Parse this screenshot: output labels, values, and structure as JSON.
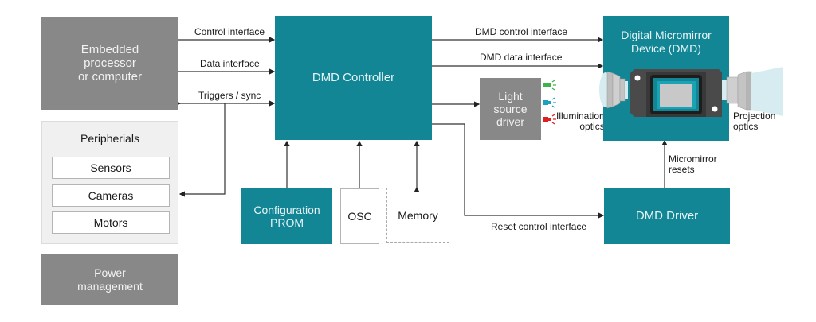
{
  "blocks": {
    "embedded": "Embedded\nprocessor\nor computer",
    "peripherials_title": "Peripherials",
    "peripherals": [
      "Sensors",
      "Cameras",
      "Motors"
    ],
    "power": "Power\nmanagement",
    "controller": "DMD Controller",
    "config_prom": "Configuration\nPROM",
    "osc": "OSC",
    "memory": "Memory",
    "light_source": "Light\nsource\ndriver",
    "dmd": "Digital Micromirror\nDevice (DMD)",
    "dmd_driver": "DMD Driver"
  },
  "signals": {
    "control_interface": "Control interface",
    "data_interface": "Data interface",
    "triggers_sync": "Triggers / sync",
    "dmd_control_interface": "DMD control interface",
    "dmd_data_interface": "DMD data interface",
    "reset_control_interface": "Reset control interface",
    "micromirror_resets": "Micromirror\nresets",
    "illumination_optics": "Illumination\noptics",
    "projection_optics": "Projection\noptics"
  },
  "colors": {
    "teal": "#138696",
    "grey": "#888888",
    "led_green": "#3cb44b",
    "led_blue": "#1aa3c0",
    "led_red": "#e02020"
  }
}
